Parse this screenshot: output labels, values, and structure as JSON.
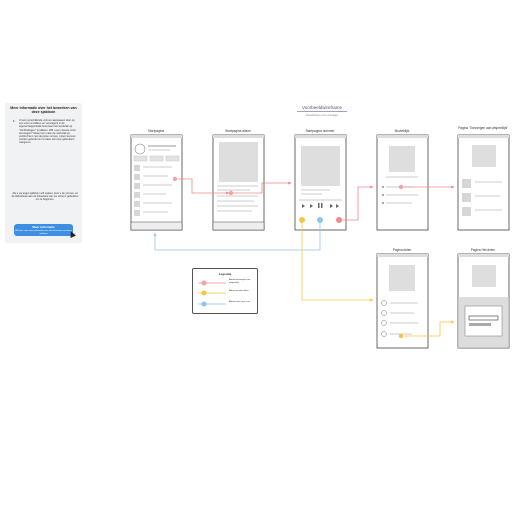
{
  "info_panel": {
    "title": "Meer informatie over het bewerken van deze sjabloon",
    "step_number": "1",
    "body": "U kunt verschillende vormen aanpassen door op een vorm te klikken en vervolgens in de eigenschappenbalk bovenaan het werkvlak op \"Verbindingen\" te klikken. Wilt u een nieuwe vorm toevoegen? Sleep hem naar uw werkvlak en verbind hem met de juiste vormen. Lijnen kunnen worden gebruikt om te laten zien hoe gebruikers navigeren.",
    "body_secondary": "Als u uw eigen sjabloon wilt maken, kunt u de vormen uit de bibliotheek aan de linkerkant van uw scherm gebruiken om te beginnen.",
    "button_line1": "Meer informatie",
    "button_line2": "Klik hier voor meer informatie over het bewerken van deze sjabloon"
  },
  "title": "Voorbeeldwireframe",
  "subtitle": "Appwireframe voor muziekapp",
  "screens": {
    "home": "Startpagina",
    "album": "Startpagina album",
    "song": "Startpagina nummer",
    "playlist": "Muzieklijst",
    "artist": "Pagina 'Toevoegen aan afspeellijst'",
    "share": "Pagina delen",
    "share_alt": "Pagina Het delen"
  },
  "legend": {
    "title": "Legenda",
    "items": [
      {
        "label": "Album toevoegen aan afspeellijst",
        "color": "#f4a3a3"
      },
      {
        "label": "Album muziek delen",
        "color": "#f5c542"
      },
      {
        "label": "Album naar kant over",
        "color": "#8ec3ee"
      }
    ]
  },
  "colors": {
    "red": "#f08a8a",
    "yellow": "#f5c542",
    "blue": "#8ec3ee",
    "frame": "#444444",
    "fill": "#e0e0e0"
  }
}
